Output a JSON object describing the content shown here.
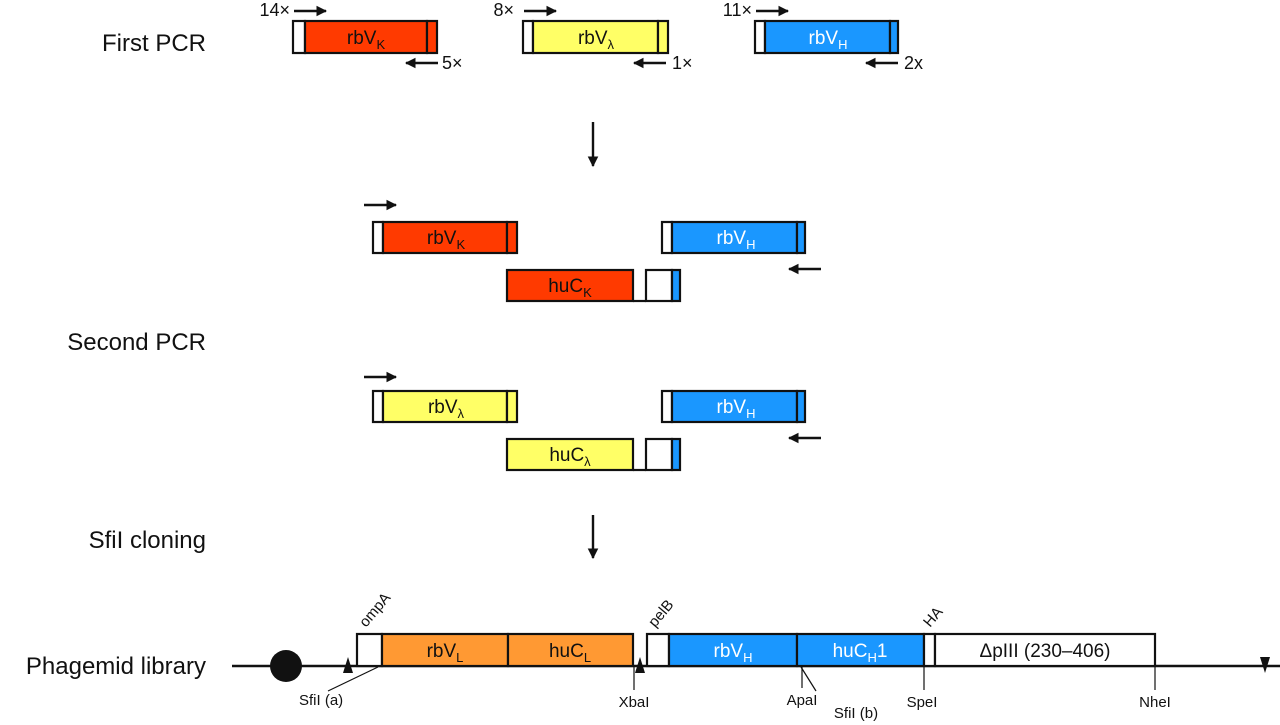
{
  "colors": {
    "kappa": "#ff3a00",
    "lambda": "#ffff66",
    "heavy": "#1a97ff",
    "light_fused": "#ff9933",
    "blank": "#ffffff",
    "line": "#111111"
  },
  "steps": {
    "first_pcr": "First PCR",
    "second_pcr": "Second PCR",
    "sfi_cloning": "SfiI cloning",
    "phagemid": "Phagemid library"
  },
  "first_pcr": {
    "fragments": [
      {
        "id": "kappa",
        "base": "rbV",
        "sub": "K",
        "forward_count": "14×",
        "reverse_count": "5×"
      },
      {
        "id": "lambda",
        "base": "rbV",
        "sub": "λ",
        "forward_count": "8×",
        "reverse_count": "1×"
      },
      {
        "id": "heavy",
        "base": "rbV",
        "sub": "H",
        "forward_count": "11×",
        "reverse_count": "2x"
      }
    ]
  },
  "second_pcr": {
    "kappa_set": {
      "light": {
        "base": "rbV",
        "sub": "K"
      },
      "constant": {
        "base": "huC",
        "sub": "K"
      },
      "heavy": {
        "base": "rbV",
        "sub": "H"
      }
    },
    "lambda_set": {
      "light": {
        "base": "rbV",
        "sub": "λ"
      },
      "constant": {
        "base": "huC",
        "sub": "λ"
      },
      "heavy": {
        "base": "rbV",
        "sub": "H"
      }
    }
  },
  "phagemid": {
    "segments": {
      "light_v": {
        "base": "rbV",
        "sub": "L"
      },
      "light_c": {
        "base": "huC",
        "sub": "L"
      },
      "heavy_v": {
        "base": "rbV",
        "sub": "H"
      },
      "heavy_c": {
        "base": "huC",
        "sub": "H",
        "suffix": "1"
      },
      "piii": "ΔpIII (230–406)"
    },
    "leaders": {
      "ompA": "ompA",
      "pelB": "pelB",
      "ha": "HA"
    },
    "sites": {
      "sfi_a": "SfiI (a)",
      "xba": "XbaI",
      "apa": "ApaI",
      "sfi_b": "SfiI (b)",
      "spe": "SpeI",
      "nhe": "NheI"
    }
  }
}
